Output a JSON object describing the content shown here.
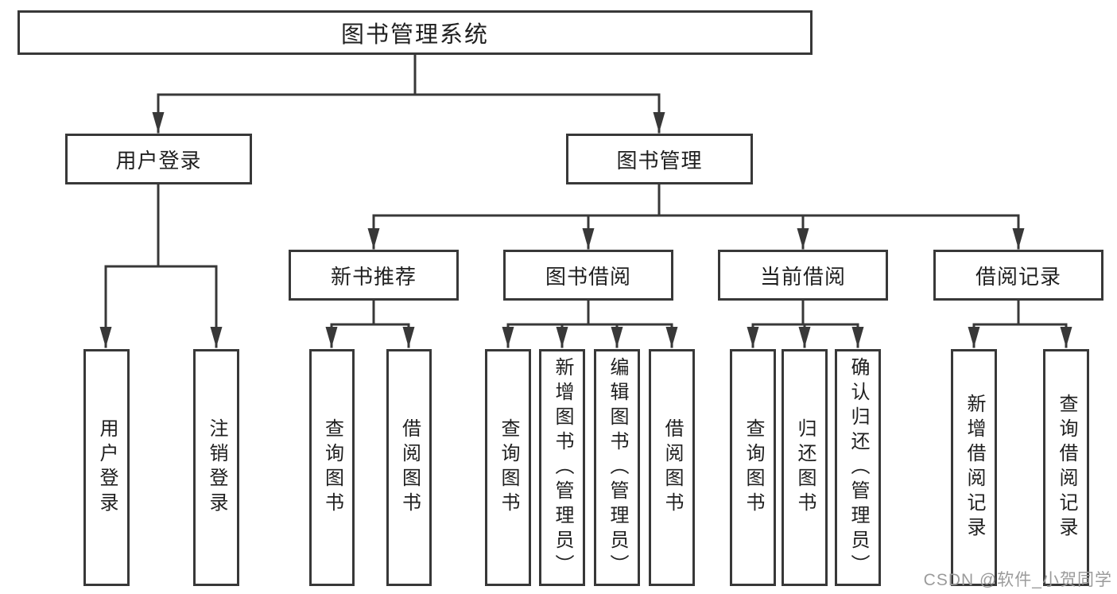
{
  "diagram": {
    "root_label": "图书管理系统",
    "level2": [
      {
        "label": "用户登录"
      },
      {
        "label": "图书管理"
      }
    ],
    "level3": [
      {
        "label": "新书推荐"
      },
      {
        "label": "图书借阅"
      },
      {
        "label": "当前借阅"
      },
      {
        "label": "借阅记录"
      }
    ],
    "leaves": {
      "login": [
        {
          "label": "用户登录"
        },
        {
          "label": "注销登录"
        }
      ],
      "recommend": [
        {
          "label": "查询图书"
        },
        {
          "label": "借阅图书"
        }
      ],
      "borrow": [
        {
          "label": "查询图书"
        },
        {
          "label": "新增图书（管理员）"
        },
        {
          "label": "编辑图书（管理员）"
        },
        {
          "label": "借阅图书"
        }
      ],
      "current": [
        {
          "label": "查询图书"
        },
        {
          "label": "归还图书"
        },
        {
          "label": "确认归还（管理员）"
        }
      ],
      "records": [
        {
          "label": "新增借阅记录"
        },
        {
          "label": "查询借阅记录"
        }
      ]
    },
    "watermark": "CSDN @软件_小贺同学",
    "colors": {
      "line": "#383838",
      "text": "#1f1f1f",
      "watermark": "#9b9b9b",
      "background": "#ffffff"
    }
  }
}
